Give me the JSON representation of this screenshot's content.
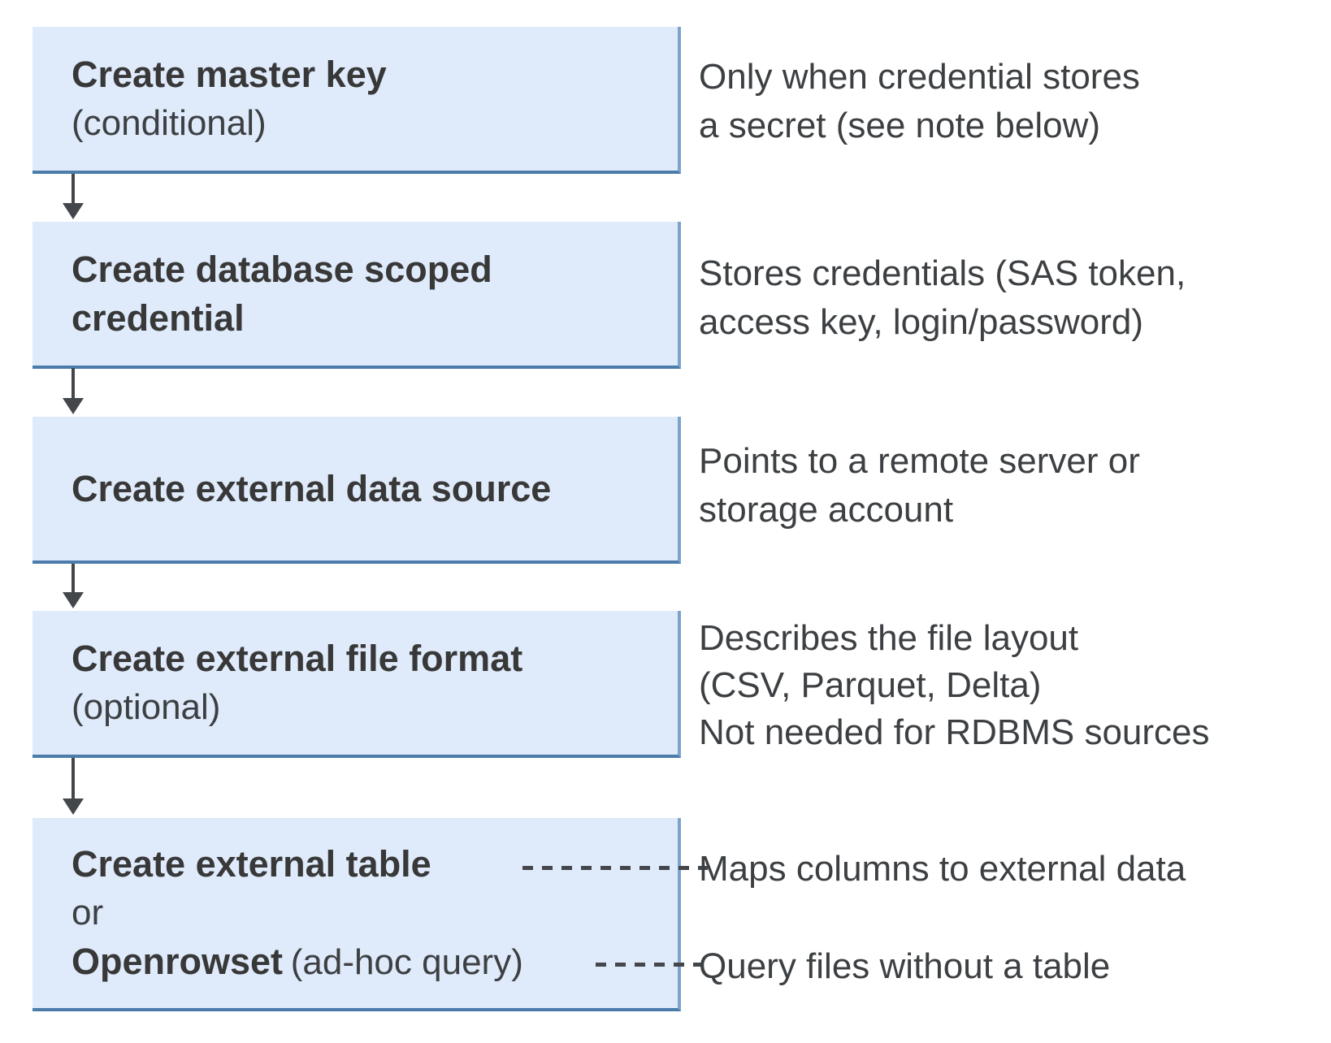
{
  "diagram": {
    "title_semantic": "External data access setup flow",
    "colors": {
      "box_fill": "#dfeafa",
      "box_border_right": "#7ca3cc",
      "box_border_bottom": "#4b7cab",
      "arrow": "#43474b",
      "title_text": "#383838",
      "annotation_text": "#3d4043"
    },
    "steps": [
      {
        "title": "Create master key",
        "subtitle": "(conditional)",
        "annotation_lines": {
          "0": "Only when credential stores",
          "1": "a secret (see note below)"
        }
      },
      {
        "title": "Create database scoped credential",
        "annotation_lines": {
          "0": "Stores credentials (SAS token,",
          "1": "access key, login/password)"
        }
      },
      {
        "title": "Create external data source",
        "annotation_lines": {
          "0": "Points to a remote server or",
          "1": "storage account"
        }
      },
      {
        "title": "Create external file format",
        "subtitle": "(optional)",
        "annotation_lines": {
          "0": "Describes the file layout",
          "1": "(CSV, Parquet, Delta)",
          "2": "Not needed for RDBMS sources"
        }
      },
      {
        "title": "Create external table",
        "or_label": "or",
        "alt_title": "Openrowset",
        "alt_suffix": "(ad-hoc query)",
        "annotation_table": "Maps columns to external data",
        "annotation_openrowset": "Query files without a table"
      }
    ]
  }
}
